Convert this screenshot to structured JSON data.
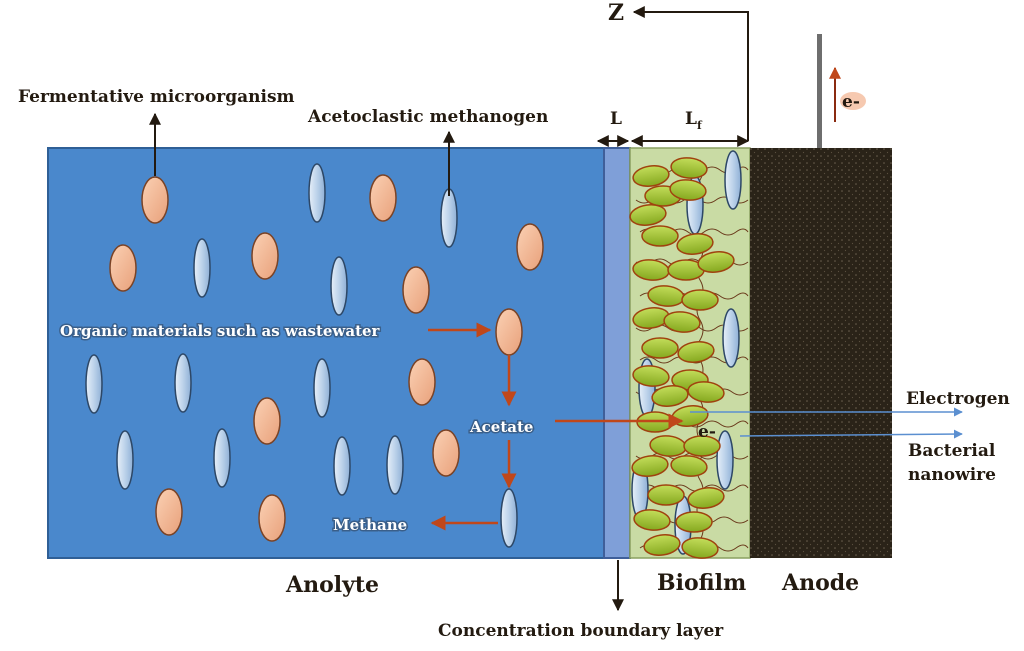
{
  "labels": {
    "fermentative": "Fermentative microorganism",
    "acetoclastic": "Acetoclastic methanogen",
    "boundary_thickness": "L",
    "biofilm_thickness": "L",
    "biofilm_thickness_sub": "f",
    "z_axis": "Z",
    "electron_top": "e-",
    "electron_biofilm": "e-",
    "organic": "Organic materials such as wastewater",
    "acetate": "Acetate",
    "methane": "Methane",
    "electrogen": "Electrogen",
    "nanowire_line1": "Bacterial",
    "nanowire_line2": "nanowire",
    "anolyte": "Anolyte",
    "biofilm": "Biofilm",
    "anode": "Anode",
    "concentration_boundary": "Concentration boundary layer"
  },
  "colors": {
    "anolyte": "#4a88cc",
    "boundary_layer": "#7f9fd8",
    "biofilm": "#c9dba4",
    "anode": "#2a2318",
    "fermentative_cell": "#f3b48e",
    "methanogen_cell": "#bcd2ea",
    "electrogen_cell": "#9bbd2a",
    "arrow_red": "#c0471a",
    "arrow_blue": "#5b8fd0"
  }
}
